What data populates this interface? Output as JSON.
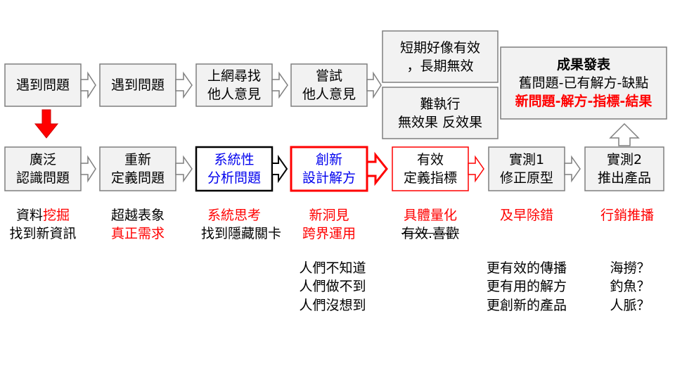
{
  "colors": {
    "box_fill": "#f2f2f2",
    "box_stroke": "#7f7f7f",
    "accent_red": "#ff0000",
    "accent_blue": "#0000ee"
  },
  "top_row": {
    "b1": "遇到問題",
    "b2": "遇到問題",
    "b3": [
      "上網尋找",
      "他人意見"
    ],
    "b4": [
      "嘗試",
      "他人意見"
    ],
    "b5a": [
      "短期好像有效",
      "，長期無效"
    ],
    "b5b": [
      "難執行",
      "無效果 反效果"
    ],
    "b6": {
      "title": "成果發表",
      "line2": "舊問題-已有解方-缺點",
      "line3": "新問題-解方-指標-結果"
    }
  },
  "bottom_row": {
    "s1": [
      "廣泛",
      "認識問題"
    ],
    "s2": [
      "重新",
      "定義問題"
    ],
    "s3": [
      "系統性",
      "分析問題"
    ],
    "s4": [
      "創新",
      "設計解方"
    ],
    "s5": [
      "有效",
      "定義指標"
    ],
    "s6": [
      "實測1",
      "修正原型"
    ],
    "s7": [
      "實測2",
      "推出產品"
    ]
  },
  "annotations": {
    "c1": {
      "l1a": "資料",
      "l1b": "挖掘",
      "l2": "找到新資訊"
    },
    "c2": {
      "l1": "超越表象",
      "l2": "真正需求"
    },
    "c3": {
      "l1": "系統思考",
      "l2": "找到隱藏關卡"
    },
    "c4": {
      "l1": "新洞見",
      "l2": "跨界運用",
      "l3": "人們不知道",
      "l4": "人們做不到",
      "l5": "人們沒想到"
    },
    "c5": {
      "l1": "具體量化",
      "l2": "有效.喜歡"
    },
    "c6": {
      "l1": "及早除錯",
      "l3": "更有效的傳播",
      "l4": "更有用的解方",
      "l5": "更創新的產品"
    },
    "c7": {
      "l1": "行銷推播",
      "l3": "海撈？",
      "l4": "釣魚？",
      "l5": "人脈？"
    }
  }
}
